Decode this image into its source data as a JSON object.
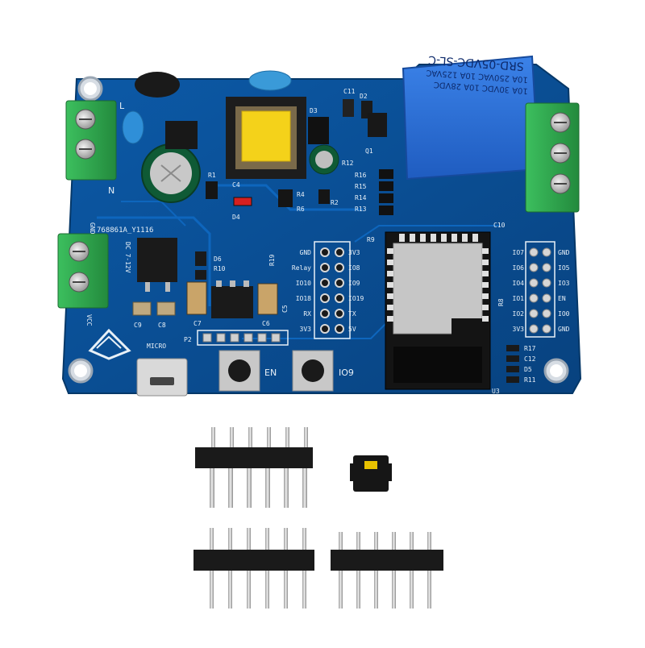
{
  "colors": {
    "pcb": "#0a4f9a",
    "pcb_edge": "#083d7a",
    "terminal": "#2fa84f",
    "relay": "#2a6fd6",
    "header_plastic": "#1a1a1a",
    "pin_metal": "#c9c9c9"
  },
  "board": {
    "id_text": "768861A_Y1116",
    "left_terminal_l": "L",
    "left_terminal_n": "N",
    "power_label": "DC 7-12V",
    "vcc_label": "VCC",
    "gnd_label": "GND",
    "micro_label": "MICRO",
    "btn_en": "EN",
    "btn_io9": "IO9",
    "p2_label": "P2",
    "u3_label": "U3",
    "fcc_icon": "fcc-logo-icon"
  },
  "relay": {
    "model": "SRD-05VDC-SL-C",
    "line1": "10A 250VAC  10A 125VAC",
    "line2": "10A 30VDC  10A 28VDC"
  },
  "header_left": {
    "left_labels": [
      "GND",
      "Relay",
      "IO10",
      "IO18",
      "RX",
      "3V3"
    ],
    "right_labels": [
      "3V3",
      "IO8",
      "IO9",
      "IO19",
      "TX",
      "5V"
    ]
  },
  "header_right": {
    "left_labels": [
      "IO7",
      "IO6",
      "IO4",
      "IO1",
      "IO2",
      "3V3"
    ],
    "right_labels": [
      "GND",
      "IO5",
      "IO3",
      "EN",
      "IO0",
      "GND"
    ]
  },
  "components": {
    "c11": "C11",
    "d2": "D2",
    "d3": "D3",
    "r12": "R12",
    "q1": "Q1",
    "r16": "R16",
    "r15": "R15",
    "r14": "R14",
    "r13": "R13",
    "d4": "D4",
    "r1": "R1",
    "r2": "R2",
    "r6": "R6",
    "r4": "R4",
    "c4": "C4",
    "d6": "D6",
    "r10": "R10",
    "r19": "R19",
    "c5": "C5",
    "c7": "C7",
    "c6": "C6",
    "c9": "C9",
    "c8": "C8",
    "r9": "R9",
    "c10": "C10",
    "r8": "R8",
    "r17": "R17",
    "c12": "C12",
    "d5": "D5",
    "r11": "R11"
  }
}
